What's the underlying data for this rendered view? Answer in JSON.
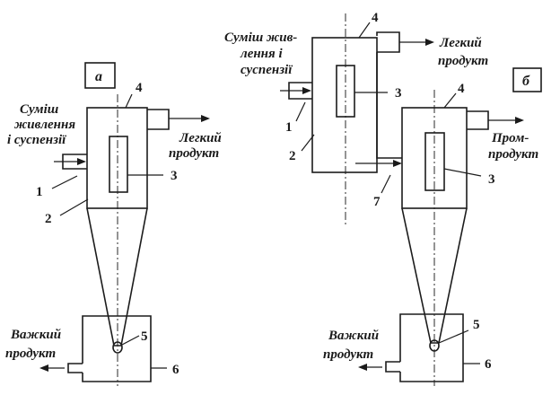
{
  "diagram_a": {
    "tag": "а",
    "feed_label_line1": "Суміш",
    "feed_label_line2": "живлення",
    "feed_label_line3": "і суспензії",
    "light_label_line1": "Легкий",
    "light_label_line2": "продукт",
    "heavy_label_line1": "Важкий",
    "heavy_label_line2": "продукт",
    "numbers": {
      "n1": "1",
      "n2": "2",
      "n3": "3",
      "n4": "4",
      "n5": "5",
      "n6": "6"
    }
  },
  "diagram_b": {
    "tag": "б",
    "feed_label_line1": "Суміш жив-",
    "feed_label_line2": "лення і",
    "feed_label_line3": "суспензії",
    "light_label_line1": "Легкий",
    "light_label_line2": "продукт",
    "middle_label_line1": "Пром-",
    "middle_label_line2": "продукт",
    "heavy_label_line1": "Важкий",
    "heavy_label_line2": "продукт",
    "numbers": {
      "n1": "1",
      "n2": "2",
      "n3a": "3",
      "n3b": "3",
      "n4a": "4",
      "n4b": "4",
      "n5": "5",
      "n6": "6",
      "n7": "7"
    }
  }
}
